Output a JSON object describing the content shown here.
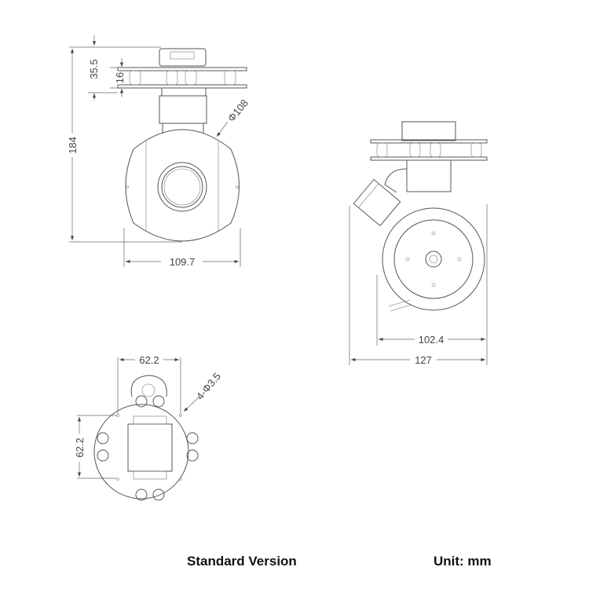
{
  "dimensions": {
    "front_total_height": "184",
    "front_mount_height": "35.5",
    "front_damper_height": "16",
    "front_ball_diameter": "Φ108",
    "front_width": "109.7",
    "side_ball_width": "102.4",
    "side_total_width": "127",
    "bottom_hole_spacing_x": "62.2",
    "bottom_hole_spacing_y": "62.2",
    "bottom_holes": "4-Φ3.5"
  },
  "captions": {
    "version": "Standard Version",
    "unit": "Unit: mm"
  }
}
